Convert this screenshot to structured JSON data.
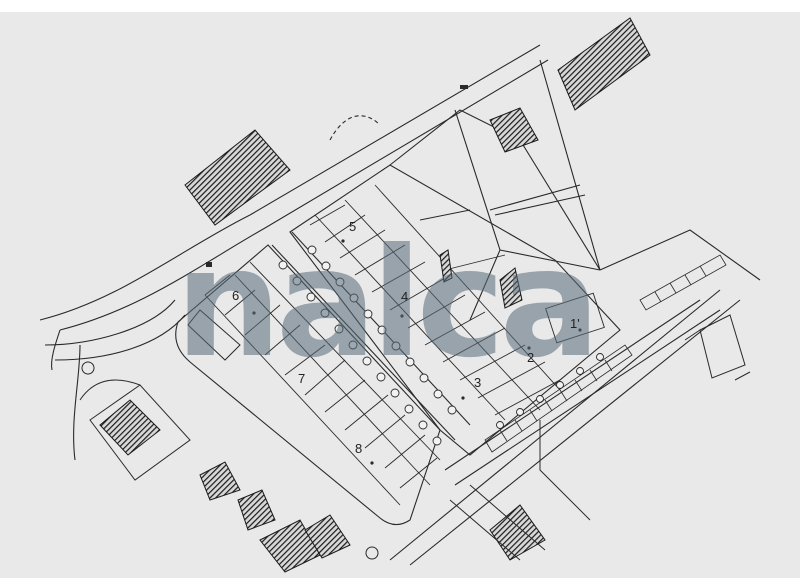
{
  "plan": {
    "paper_color": "#e9e9e9",
    "ink_color": "#2a2a2a",
    "watermark": {
      "text": "nalca",
      "color": "#566a78"
    },
    "lots": [
      {
        "id": "lot-1",
        "label": "1'"
      },
      {
        "id": "lot-2",
        "label": "2"
      },
      {
        "id": "lot-3",
        "label": "3"
      },
      {
        "id": "lot-4",
        "label": "4"
      },
      {
        "id": "lot-5",
        "label": "5"
      },
      {
        "id": "lot-6",
        "label": "6"
      },
      {
        "id": "lot-7",
        "label": "7"
      },
      {
        "id": "lot-8",
        "label": "8"
      }
    ]
  }
}
